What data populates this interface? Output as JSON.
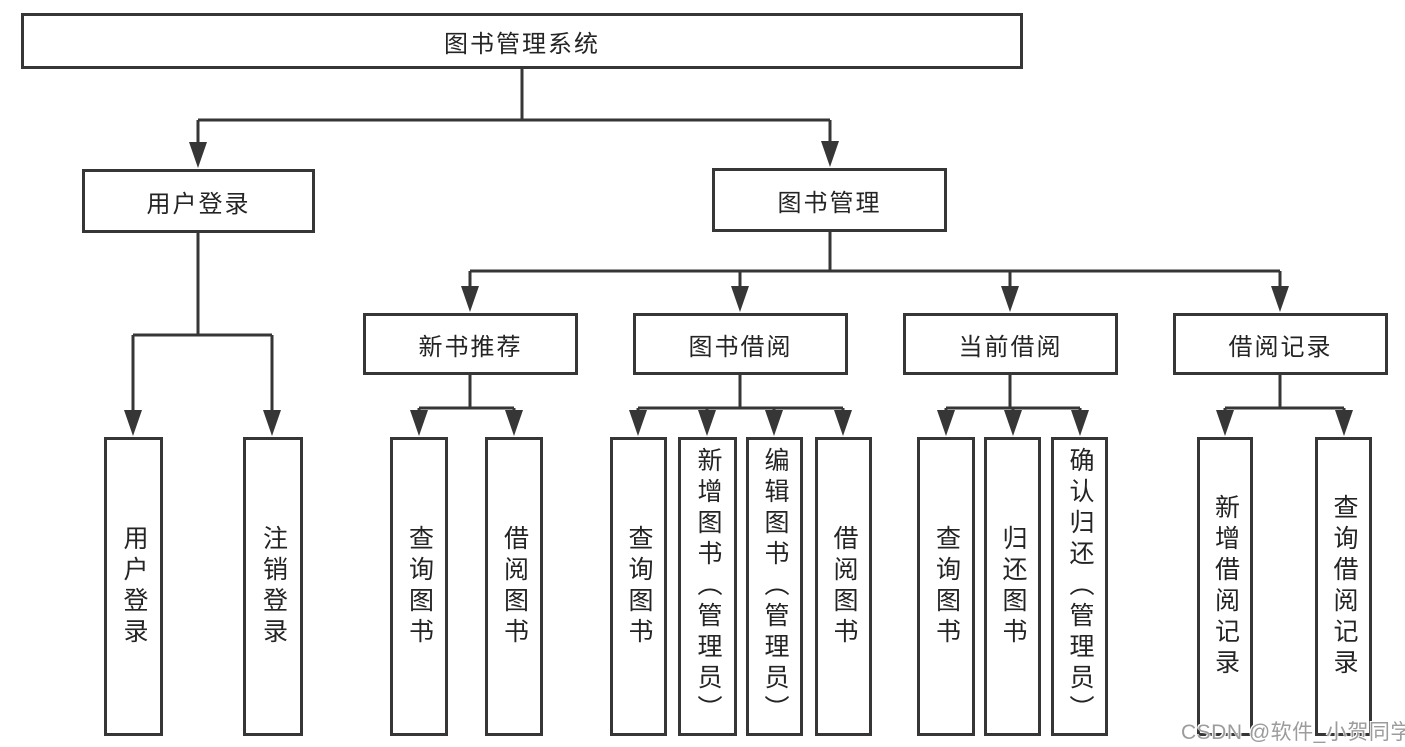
{
  "diagram": {
    "root": "图书管理系统",
    "level2": [
      "用户登录",
      "图书管理"
    ],
    "level3": [
      "新书推荐",
      "图书借阅",
      "当前借阅",
      "借阅记录"
    ],
    "leaves": [
      "用户登录",
      "注销登录",
      "查询图书",
      "借阅图书",
      "查询图书",
      "新增图书（管理员）",
      "编辑图书（管理员）",
      "借阅图书",
      "查询图书",
      "归还图书",
      "确认归还（管理员）",
      "新增借阅记录",
      "查询借阅记录"
    ]
  },
  "watermark": "CSDN @软件_小贺同学",
  "colors": {
    "box_border": "#363636",
    "connector": "#363636",
    "text": "#242424",
    "background": "#ffffff",
    "watermark_text": "#9c9c9c"
  }
}
